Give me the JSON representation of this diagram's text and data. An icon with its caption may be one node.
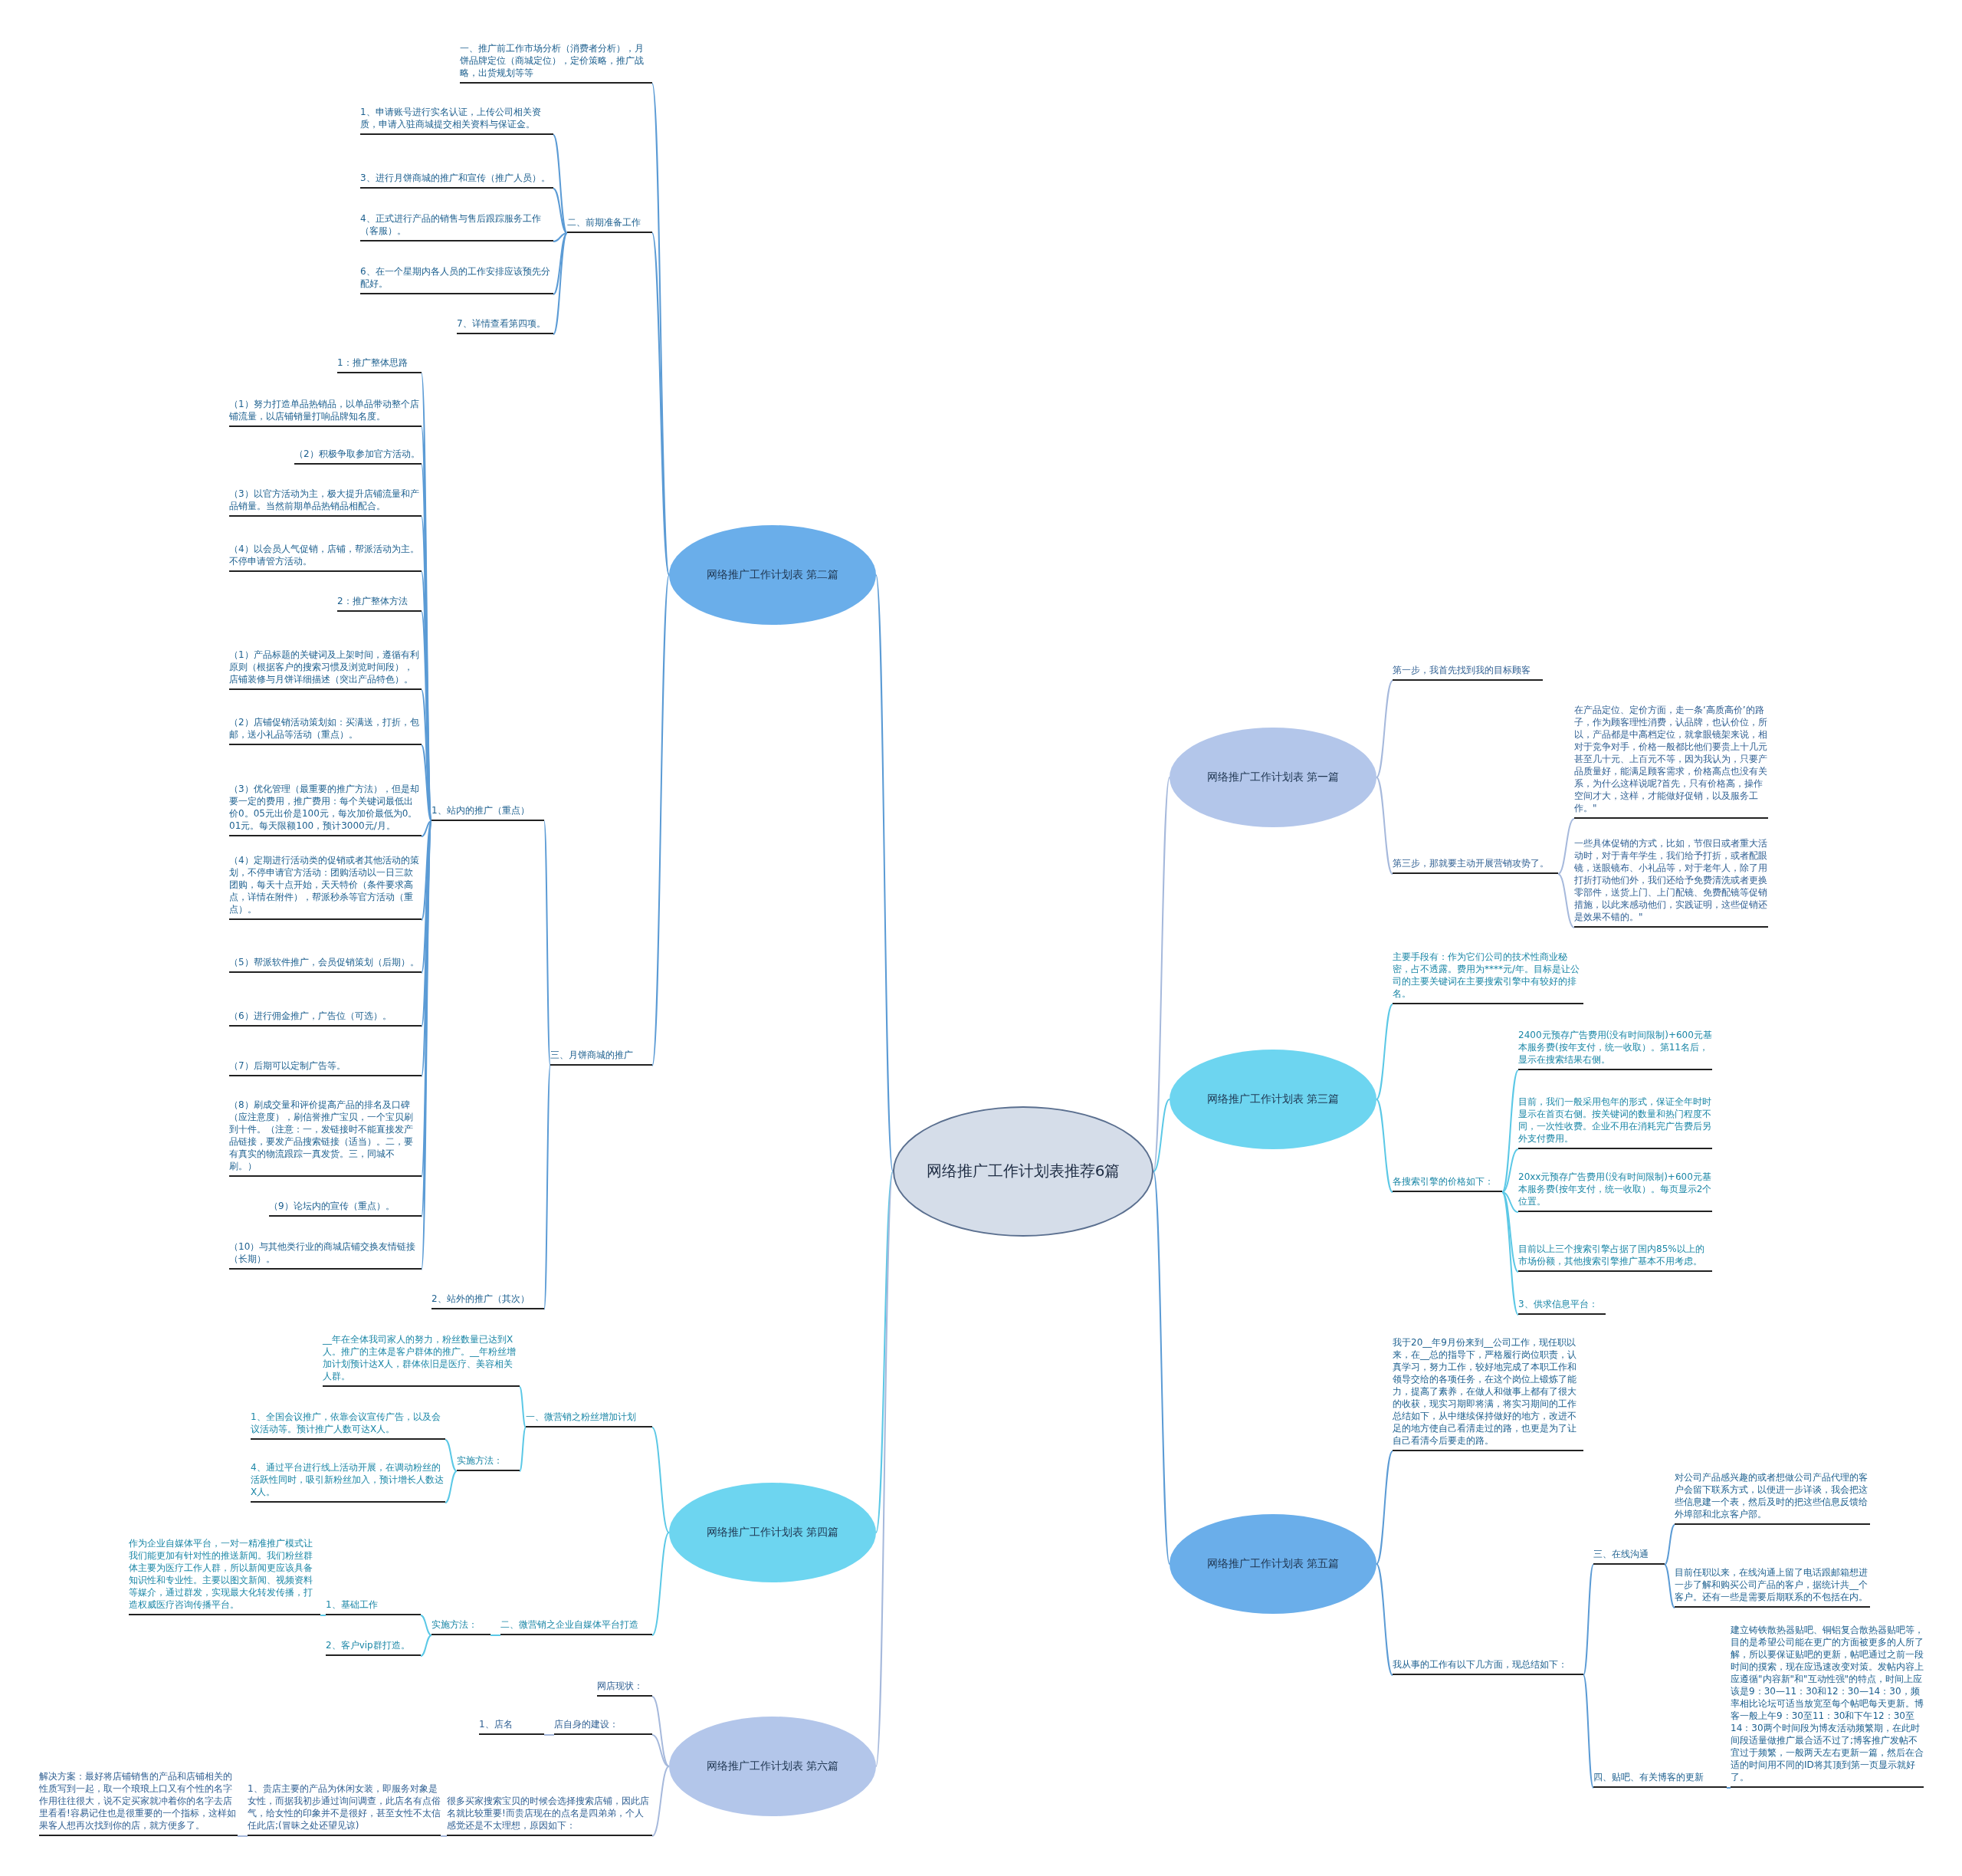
{
  "diagram": {
    "nodes": [
      {
        "text": [
          "网络推广工作计划表推荐6篇"
        ]
      },
      {
        "text": [
          "网络推广工作计划表 第二篇"
        ]
      },
      {
        "text": [
          "一、推广前工作市场分析（消费者分析），月饼品牌定位（商城定位），定价策略，推广战略，出货规划等等"
        ]
      },
      {
        "text": [
          "二、前期准备工作"
        ]
      },
      {
        "text": [
          "1、申请账号进行实名认证，上传公司相关资质，申请入驻商城提交相关资料与保证金。"
        ]
      },
      {
        "text": [
          "3、进行月饼商城的推广和宣传（推广人员）。"
        ]
      },
      {
        "text": [
          "4、正式进行产品的销售与售后跟踪服务工作（客服）。"
        ]
      },
      {
        "text": [
          "6、在一个星期内各人员的工作安排应该预先分配好。"
        ]
      },
      {
        "text": [
          "7、详情查看第四项。"
        ]
      },
      {
        "text": [
          "三、月饼商城的推广"
        ]
      },
      {
        "text": [
          "1、站内的推广（重点）"
        ]
      },
      {
        "text": [
          "2、站外的推广（其次）"
        ]
      },
      {
        "text": [
          "1：推广整体思路"
        ]
      },
      {
        "text": [
          "（1）努力打造单品热销品，以单品带动整个店铺流量，以店铺销量打响品牌知名度。"
        ]
      },
      {
        "text": [
          "（2）积极争取参加官方活动。"
        ]
      },
      {
        "text": [
          "（3）以官方活动为主，极大提升店铺流量和产品销量。当然前期单品热销品相配合。"
        ]
      },
      {
        "text": [
          "（4）以会员人气促销，店铺，帮派活动为主。不停申请管方活动。"
        ]
      },
      {
        "text": [
          "2：推广整体方法"
        ]
      },
      {
        "text": [
          "（1）产品标题的关键词及上架时间，遵循有利原则（根据客户的搜索习惯及浏览时间段），店铺装修与月饼详细描述（突出产品特色）。"
        ]
      },
      {
        "text": [
          "（2）店铺促销活动策划如：买满送，打折，包邮，送小礼品等活动（重点）。"
        ]
      },
      {
        "text": [
          "（3）优化管理（最重要的推广方法），但是却要一定的费用，推广费用：每个关键词最低出价0。05元出价是100元，每次加价最低为0。01元。每天限额100，预计3000元/月。"
        ]
      },
      {
        "text": [
          "（4）定期进行活动类的促销或者其他活动的策划，不停申请官方活动：团购活动以一日三款团购，每天十点开始，天天特价（条件要求高点，详情在附件），帮派秒杀等官方活动（重点）。"
        ]
      },
      {
        "text": [
          "（5）帮派软件推广，会员促销策划（后期）。"
        ]
      },
      {
        "text": [
          "（6）进行佣金推广，广告位（可选）。"
        ]
      },
      {
        "text": [
          "（7）后期可以定制广告等。"
        ]
      },
      {
        "text": [
          "（8）刷成交量和评价提高产品的排名及口碑（应注意度），刷信誉推广宝贝，一个宝贝刷到十件。（注意：一，发链接时不能直接发产品链接，要发产品搜索链接（适当）。二，要有真实的物流跟踪一真发货。三，同城不刷。）"
        ]
      },
      {
        "text": [
          "（9）论坛内的宣传（重点）。"
        ]
      },
      {
        "text": [
          "（10）与其他类行业的商城店铺交换友情链接（长期）。"
        ]
      },
      {
        "text": [
          "网络推广工作计划表 第四篇"
        ]
      },
      {
        "text": [
          "一、微营销之粉丝增加计划"
        ]
      },
      {
        "text": [
          "__年在全体我司家人的努力，粉丝数量已达到X人。推广的主体是客户群体的推广。__年粉丝增加计划预计达X人，群体依旧是医疗、美容相关人群。"
        ]
      },
      {
        "text": [
          "实施方法："
        ]
      },
      {
        "text": [
          "1、全国会议推广，依靠会议宣传广告，以及会议活动等。预计推广人数可达X人。"
        ]
      },
      {
        "text": [
          "4、通过平台进行线上活动开展，在调动粉丝的活跃性同时，吸引新粉丝加入，预计增长人数达X人。"
        ]
      },
      {
        "text": [
          "二、微营销之企业自媒体平台打造"
        ]
      },
      {
        "text": [
          "实施方法："
        ]
      },
      {
        "text": [
          "1、基础工作"
        ]
      },
      {
        "text": [
          "2、客户vip群打造。"
        ]
      },
      {
        "text": [
          "作为企业自媒体平台，一对一精准推广模式让我们能更加有针对性的推送新闻。我们粉丝群体主要为医疗工作人群，所以新闻更应该具备知识性和专业性。主要以图文新闻、视频资料等媒介，通过群发，实现最大化转发传播，打造权威医疗咨询传播平台。"
        ]
      },
      {
        "text": [
          "网络推广工作计划表 第六篇"
        ]
      },
      {
        "text": [
          "网店现状："
        ]
      },
      {
        "text": [
          "店自身的建设："
        ]
      },
      {
        "text": [
          "1、店名"
        ]
      },
      {
        "text": [
          "很多买家搜索宝贝的时候会选择搜索店铺，因此店名就比较重要!而贵店现在的点名是四弟弟，个人感觉还是不太理想，原因如下："
        ]
      },
      {
        "text": [
          "1、贵店主要的产品为休闲女装，即服务对象是女性，而据我初步通过询问调查，此店名有点俗气，给女性的印象并不是很好，甚至女性不太信任此店;(冒昧之处还望见谅)"
        ]
      },
      {
        "text": [
          "解决方案：最好将店铺销售的产品和店铺相关的性质写到一起，取一个琅琅上口又有个性的名字作用往往很大，说不定买家就冲着你的名字去店里看看!容易记住也是很重要的一个指标，这样如果客人想再次找到你的店，就方便多了。"
        ]
      },
      {
        "text": [
          "网络推广工作计划表 第一篇"
        ]
      },
      {
        "text": [
          "第一步，我首先找到我的目标顾客"
        ]
      },
      {
        "text": [
          "第三步，那就要主动开展营销攻势了。"
        ]
      },
      {
        "text": [
          "在产品定位、定价方面，走一条‘高质高价’的路子，作为顾客理性消费，认品牌，也认价位，所以，产品都是中高档定位，就拿眼镜架来说，相对于竞争对手，价格一般都比他们要贵上十几元甚至几十元、上百元不等，因为我认为，只要产品质量好，能满足顾客需求，价格高点也没有关系，为什么这样说呢?首先，只有价格高，操作空间才大，这样，才能做好促销，以及服务工作。\""
        ]
      },
      {
        "text": [
          "一些具体促销的方式，比如，节假日或者重大活动时，对于青年学生，我们给予打折，或者配眼镜，送眼镜布、小礼品等，对于老年人，除了用打折打动他们外，我们还给予免费清洗或者更换零部件，送货上门、上门配镜、免费配镜等促销措施，以此来感动他们，实践证明，这些促销还是效果不错的。\""
        ]
      },
      {
        "text": [
          "网络推广工作计划表 第三篇"
        ]
      },
      {
        "text": [
          "主要手段有：作为它们公司的技术性商业秘密，占不透露。费用为****元/年。目标是让公司的主要关键词在主要搜索引擎中有较好的排名。"
        ]
      },
      {
        "text": [
          "各搜索引擎的价格如下："
        ]
      },
      {
        "text": [
          "2400元预存广告费用(没有时间限制)+600元基本服务费(按年支付，统一收取）。第11名后，显示在搜索结果右侧。"
        ]
      },
      {
        "text": [
          "目前，我们一般采用包年的形式，保证全年时时显示在首页右侧。按关键词的数量和热门程度不同，一次性收费。企业不用在消耗完广告费后另外支付费用。"
        ]
      },
      {
        "text": [
          "20xx元预存广告费用(没有时间限制)+600元基本服务费(按年支付，统一收取）。每页显示2个位置。"
        ]
      },
      {
        "text": [
          "目前以上三个搜索引擎占据了国内85%以上的市场份额，其他搜索引擎推广基本不用考虑。"
        ]
      },
      {
        "text": [
          "3、供求信息平台："
        ]
      },
      {
        "text": [
          "网络推广工作计划表 第五篇"
        ]
      },
      {
        "text": [
          "我于20__年9月份来到__公司工作，现任职以来，在__总的指导下，严格履行岗位职责，认真学习，努力工作，较好地完成了本职工作和领导交给的各项任务，在这个岗位上锻炼了能力，提高了素养，在做人和做事上都有了很大的收获，现实习期即将满，将实习期间的工作总结如下，从中继续保持做好的地方，改进不足的地方使自己看清走过的路，也更是为了让自己看清今后要走的路。"
        ]
      },
      {
        "text": [
          "我从事的工作有以下几方面，现总结如下："
        ]
      },
      {
        "text": [
          "三、在线沟通"
        ]
      },
      {
        "text": [
          "四、贴吧、有关博客的更新"
        ]
      },
      {
        "text": [
          "对公司产品感兴趣的或者想做公司产品代理的客户会留下联系方式，以便进一步详谈，我会把这些信息建一个表，然后及时的把这些信息反馈给外埠部和北京客户部。"
        ]
      },
      {
        "text": [
          "目前任职以来，在线沟通上留了电话跟邮箱想进一步了解和购买公司产品的客户，据统计共__个客户。还有一些是需要后期联系的不包括在内。"
        ]
      },
      {
        "text": [
          "建立铸铁散热器贴吧、铜铝复合散热器贴吧等，目的是希望公司能在更广的方面被更多的人所了解，所以要保证贴吧的更新，帖吧通过之前一段时间的摸索，现在应迅速改变对策。发帖内容上应遵循\"内容新\"和\"互动性强\"的特点，时间上应该是9：30—11：30和12：30—14：30，频率相比论坛可适当放宽至每个帖吧每天更新。博客一般上午9：30至11：30和下午12：30至14：30两个时间段为博友活动频繁期，在此时间段适量做推广最合适不过了;博客推广发帖不宜过于频繁，一般两天左右更新一篇，然后在合适的时间用不同的ID将其顶到第一页显示就好了。"
        ]
      }
    ],
    "edges": [
      {
        "from": 0,
        "to": 1,
        "arrow": "none"
      },
      {
        "from": 0,
        "to": 28,
        "arrow": "none",
        "color": "#5bc8e6"
      },
      {
        "from": 0,
        "to": 39,
        "arrow": "none",
        "color": "#a6b9dc"
      },
      {
        "from": 0,
        "to": 46,
        "arrow": "none",
        "color": "#a6b9dc"
      },
      {
        "from": 0,
        "to": 51,
        "arrow": "none",
        "color": "#5bc8e6"
      },
      {
        "from": 0,
        "to": 59,
        "arrow": "none"
      },
      {
        "from": 1,
        "to": 2,
        "arrow": "none"
      },
      {
        "from": 1,
        "to": 3,
        "arrow": "none"
      },
      {
        "from": 1,
        "to": 9,
        "arrow": "none"
      },
      {
        "from": 3,
        "to": 4,
        "arrow": "none"
      },
      {
        "from": 3,
        "to": 5,
        "arrow": "none"
      },
      {
        "from": 3,
        "to": 6,
        "arrow": "none"
      },
      {
        "from": 3,
        "to": 7,
        "arrow": "none"
      },
      {
        "from": 3,
        "to": 8,
        "arrow": "none"
      },
      {
        "from": 9,
        "to": 10,
        "arrow": "none"
      },
      {
        "from": 9,
        "to": 11,
        "arrow": "none"
      },
      {
        "from": 10,
        "to": 12,
        "arrow": "none"
      },
      {
        "from": 10,
        "to": 13,
        "arrow": "none"
      },
      {
        "from": 10,
        "to": 14,
        "arrow": "none"
      },
      {
        "from": 10,
        "to": 15,
        "arrow": "none"
      },
      {
        "from": 10,
        "to": 16,
        "arrow": "none"
      },
      {
        "from": 10,
        "to": 17,
        "arrow": "none"
      },
      {
        "from": 10,
        "to": 18,
        "arrow": "none"
      },
      {
        "from": 10,
        "to": 19,
        "arrow": "none"
      },
      {
        "from": 10,
        "to": 20,
        "arrow": "none"
      },
      {
        "from": 10,
        "to": 21,
        "arrow": "none"
      },
      {
        "from": 10,
        "to": 22,
        "arrow": "none"
      },
      {
        "from": 10,
        "to": 23,
        "arrow": "none"
      },
      {
        "from": 10,
        "to": 24,
        "arrow": "none"
      },
      {
        "from": 10,
        "to": 25,
        "arrow": "none"
      },
      {
        "from": 10,
        "to": 26,
        "arrow": "none"
      },
      {
        "from": 10,
        "to": 27,
        "arrow": "none"
      },
      {
        "from": 28,
        "to": 29,
        "arrow": "none",
        "color": "#5bc8e6"
      },
      {
        "from": 28,
        "to": 34,
        "arrow": "none",
        "color": "#5bc8e6"
      },
      {
        "from": 29,
        "to": 30,
        "arrow": "none",
        "color": "#5bc8e6"
      },
      {
        "from": 29,
        "to": 31,
        "arrow": "none",
        "color": "#5bc8e6"
      },
      {
        "from": 31,
        "to": 32,
        "arrow": "none",
        "color": "#5bc8e6"
      },
      {
        "from": 31,
        "to": 33,
        "arrow": "none",
        "color": "#5bc8e6"
      },
      {
        "from": 34,
        "to": 35,
        "arrow": "none",
        "color": "#5bc8e6"
      },
      {
        "from": 35,
        "to": 36,
        "arrow": "none",
        "color": "#5bc8e6"
      },
      {
        "from": 35,
        "to": 37,
        "arrow": "none",
        "color": "#5bc8e6"
      },
      {
        "from": 36,
        "to": 38,
        "arrow": "none",
        "color": "#5bc8e6"
      },
      {
        "from": 39,
        "to": 40,
        "arrow": "none",
        "color": "#a6b9dc"
      },
      {
        "from": 39,
        "to": 41,
        "arrow": "none",
        "color": "#a6b9dc"
      },
      {
        "from": 41,
        "to": 42,
        "arrow": "none",
        "color": "#a6b9dc"
      },
      {
        "from": 39,
        "to": 43,
        "arrow": "none",
        "color": "#a6b9dc"
      },
      {
        "from": 43,
        "to": 44,
        "arrow": "none",
        "color": "#a6b9dc"
      },
      {
        "from": 44,
        "to": 45,
        "arrow": "none",
        "color": "#a6b9dc"
      },
      {
        "from": 46,
        "to": 47,
        "arrow": "none",
        "color": "#a6b9dc"
      },
      {
        "from": 46,
        "to": 48,
        "arrow": "none",
        "color": "#a6b9dc"
      },
      {
        "from": 48,
        "to": 49,
        "arrow": "none",
        "color": "#a6b9dc"
      },
      {
        "from": 48,
        "to": 50,
        "arrow": "none",
        "color": "#a6b9dc"
      },
      {
        "from": 51,
        "to": 52,
        "arrow": "none",
        "color": "#5bc8e6"
      },
      {
        "from": 51,
        "to": 53,
        "arrow": "none",
        "color": "#5bc8e6"
      },
      {
        "from": 53,
        "to": 54,
        "arrow": "none",
        "color": "#5bc8e6"
      },
      {
        "from": 53,
        "to": 55,
        "arrow": "none",
        "color": "#5bc8e6"
      },
      {
        "from": 53,
        "to": 56,
        "arrow": "none",
        "color": "#5bc8e6"
      },
      {
        "from": 53,
        "to": 57,
        "arrow": "none",
        "color": "#5bc8e6"
      },
      {
        "from": 53,
        "to": 58,
        "arrow": "none",
        "color": "#5bc8e6"
      },
      {
        "from": 59,
        "to": 60,
        "arrow": "none"
      },
      {
        "from": 59,
        "to": 61,
        "arrow": "none"
      },
      {
        "from": 61,
        "to": 62,
        "arrow": "none"
      },
      {
        "from": 61,
        "to": 63,
        "arrow": "none"
      },
      {
        "from": 62,
        "to": 64,
        "arrow": "none"
      },
      {
        "from": 62,
        "to": 65,
        "arrow": "none"
      },
      {
        "from": 63,
        "to": 66,
        "arrow": "none"
      }
    ]
  }
}
